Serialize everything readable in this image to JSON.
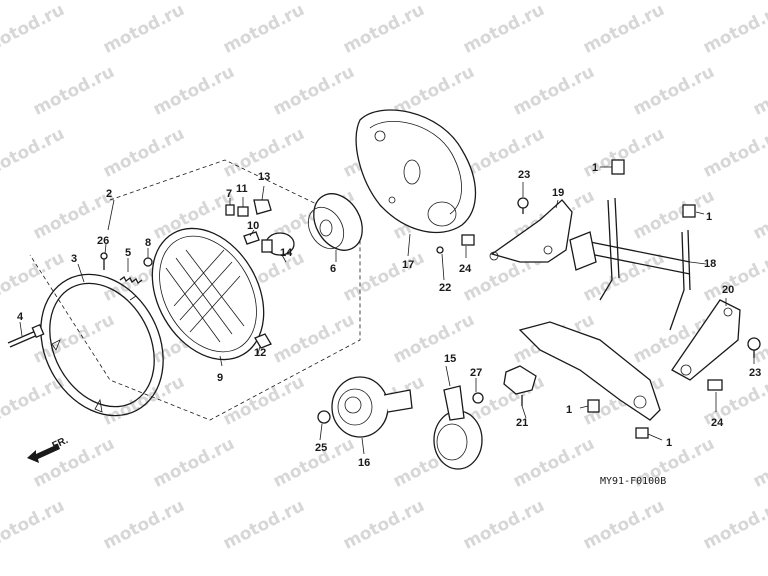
{
  "diagram": {
    "code": "MY91-F0100B",
    "front_label": "FR.",
    "watermark": "motod.ru",
    "callouts": [
      "1",
      "1",
      "1",
      "1",
      "2",
      "3",
      "4",
      "5",
      "6",
      "7",
      "8",
      "9",
      "10",
      "11",
      "12",
      "13",
      "14",
      "15",
      "16",
      "17",
      "18",
      "19",
      "20",
      "21",
      "22",
      "23",
      "23",
      "24",
      "24",
      "25",
      "26",
      "27"
    ]
  }
}
